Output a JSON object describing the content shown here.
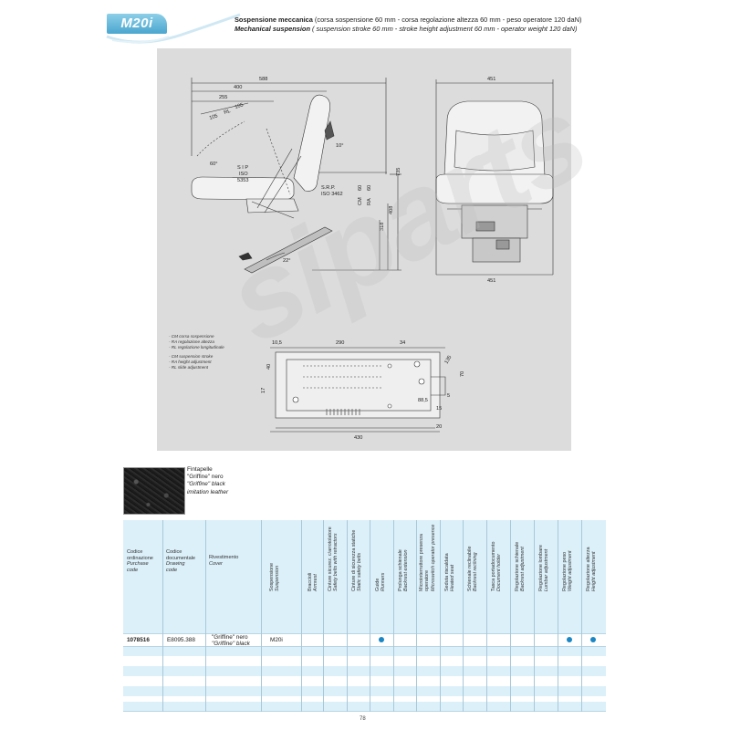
{
  "header": {
    "model": "M20i",
    "title_it_bold": "Sospensione meccanica",
    "title_it_rest": " (corsa sospensione 60 mm - corsa regolazione altezza 60 mm - peso operatore 120 daN)",
    "title_en_bold": "Mechanical suspension",
    "title_en_rest": " ( suspension stroke 60 mm - stroke height adjustment 60 mm - operator weight 120 daN)"
  },
  "drawing": {
    "side_dims": {
      "d588": "588",
      "d400": "400",
      "d255": "255",
      "d105": "105",
      "rl": "RL",
      "d105b": "105",
      "d10": "10°",
      "d60": "60°",
      "d735": "735",
      "d408": "408",
      "d318": "318",
      "d22": "22°",
      "sip1": "S I P",
      "sip2": "ISO",
      "sip3": "5353",
      "srp1": "S.R.P.",
      "srp2": "ISO 3462",
      "cm": "CM",
      "cm60": "60",
      "ra": "RA",
      "ra60": "60"
    },
    "front_dims": {
      "top": "451",
      "bottom": "451"
    },
    "bottom_dims": {
      "d10_5": "10,5",
      "d290": "290",
      "d34": "34",
      "d135": "135",
      "d70": "70",
      "d88_5": "88,5",
      "d5": "5",
      "d15": "15",
      "d17": "17",
      "d40": "40",
      "d430": "430",
      "d20": "20"
    },
    "legend": [
      "- CM corsa sospensione",
      "- RA regolazione altezza",
      "- RL regolazione longitudinale",
      "- CM suspension stroke",
      "- RA height adjustment",
      "- RL slide adjustment"
    ]
  },
  "watermark": "siparts",
  "sample": {
    "line1": "Fintapelle",
    "line2": "\"Griffine\" nero",
    "line3": "\"Griffine\" black",
    "line4": "imitation leather"
  },
  "table": {
    "col_purchase": [
      "Codice",
      "ordinazione",
      "Purchase",
      "code"
    ],
    "col_drawing": [
      "Codice",
      "documentale",
      "Drawing",
      "code"
    ],
    "col_cover": [
      "Rivestimento",
      "Cover"
    ],
    "rotated_headers": [
      [
        "Sospensione",
        "Suspension"
      ],
      [
        "Braccioli",
        "Armrest"
      ],
      [
        "Cinture sicurez. c/arrotolatore",
        "Safety belts with retractors"
      ],
      [
        "Cinture di sicurezza statiche",
        "Static safety belts"
      ],
      [
        "Guide",
        "Runners"
      ],
      [
        "Prolunga schienale",
        "Backrest extension"
      ],
      [
        "Microinterruttore presenza",
        "operatore",
        "Microswitch operator presence"
      ],
      [
        "Seduta riscaldata",
        "Heated seat"
      ],
      [
        "Schienale reclinabile",
        "Backrest reclining"
      ],
      [
        "Tasca portadocumento",
        "Document holder"
      ],
      [
        "Regolazione schienale",
        "Backrest adjustment"
      ],
      [
        "Regolazione lombare",
        "Lumbar adjustment"
      ],
      [
        "Regolazione peso",
        "Weight adjustment"
      ],
      [
        "Regolazione altezza",
        "Height adjustment"
      ]
    ],
    "row": {
      "purchase_code": "1078516",
      "drawing_code": "E8095.388",
      "cover_it": "\"Griffine\" nero",
      "cover_en": "\"Griffine\" black",
      "suspension": "M20i",
      "dots": {
        "runners": true,
        "weight_adjustment": true,
        "height_adjustment": true
      }
    }
  },
  "page_number": "78",
  "colors": {
    "accent": "#4aa6cf",
    "dot": "#1a86c4",
    "table_band": "#dcf0fa",
    "panel": "#dcdcdc"
  }
}
